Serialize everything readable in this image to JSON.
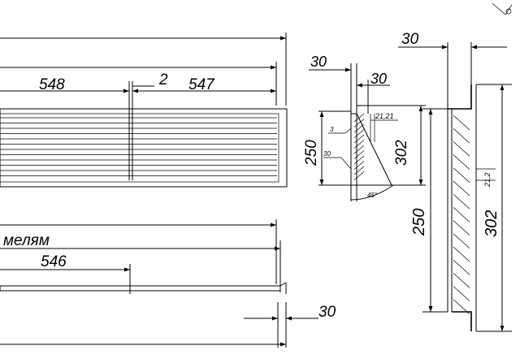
{
  "dimensions": {
    "front_left_width": "548",
    "front_gap": "2",
    "front_right_width": "547",
    "bottom_width": "546",
    "bottom_depth": "30",
    "bottom_note": "мелям",
    "side_top_left": "30",
    "side_top_right": "30",
    "side_flange": "21,21",
    "side_small_3": "3",
    "side_small_30": "30",
    "side_height_250": "250",
    "side_height_302": "302",
    "side_angle": "45°",
    "right_top_depth": "30",
    "right_pitch": "21,2",
    "right_height_250": "250",
    "right_height_302": "302"
  }
}
